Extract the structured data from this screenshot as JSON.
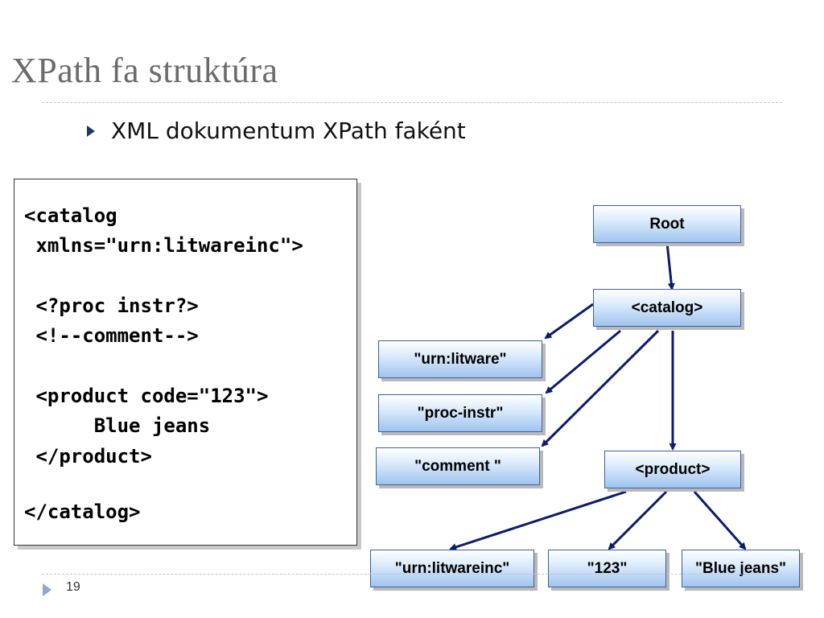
{
  "slide": {
    "title": "XPath fa struktúra",
    "bullet": "XML dokumentum XPath faként",
    "page_number": "19"
  },
  "code": {
    "lines": [
      "<catalog",
      " xmlns=\"urn:litwareinc\">",
      " <?proc instr?>",
      " <!--comment-->",
      " <product code=\"123\">",
      "      Blue jeans",
      " </product>",
      "</catalog>"
    ]
  },
  "tree": {
    "nodes": {
      "root": "Root",
      "catalog": "<catalog>",
      "urn_litware": "\"urn:litware\"",
      "proc_instr": "\"proc-instr\"",
      "comment": "\"comment \"",
      "product": "<product>",
      "urn_litwareinc": "\"urn:litwareinc\"",
      "code_123": "\"123\"",
      "blue_jeans": "\"Blue jeans\""
    },
    "edges": [
      [
        "root",
        "catalog"
      ],
      [
        "catalog",
        "urn_litware"
      ],
      [
        "catalog",
        "proc_instr"
      ],
      [
        "catalog",
        "comment"
      ],
      [
        "catalog",
        "product"
      ],
      [
        "product",
        "urn_litwareinc"
      ],
      [
        "product",
        "code_123"
      ],
      [
        "product",
        "blue_jeans"
      ]
    ]
  },
  "colors": {
    "title": "#6b6b6b",
    "bullet_arrow": "#1f3864",
    "connector": "#0d1b6b",
    "node_border": "#3d5f9e",
    "node_gradient_bottom": "#9fc4ef"
  }
}
